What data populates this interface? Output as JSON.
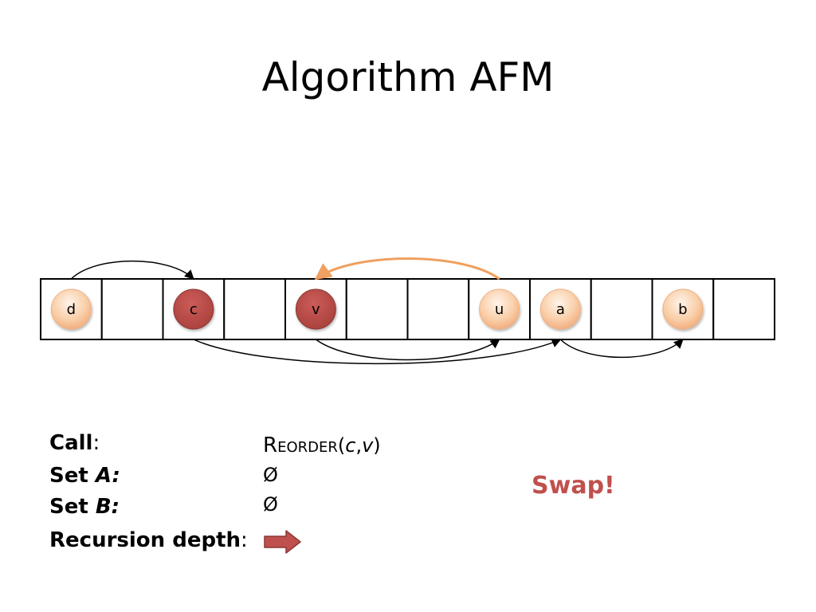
{
  "slide": {
    "title": "Algorithm AFM"
  },
  "array": {
    "cells": 12,
    "nodes": [
      {
        "label": "d",
        "cell": 0,
        "style": "peach"
      },
      {
        "label": "c",
        "cell": 2,
        "style": "red"
      },
      {
        "label": "v",
        "cell": 4,
        "style": "red"
      },
      {
        "label": "u",
        "cell": 7,
        "style": "peach"
      },
      {
        "label": "a",
        "cell": 8,
        "style": "peach"
      },
      {
        "label": "b",
        "cell": 10,
        "style": "peach"
      }
    ],
    "edges": [
      {
        "from": "d",
        "to": "c",
        "side": "top",
        "color": "#000000"
      },
      {
        "from": "u",
        "to": "v",
        "side": "top",
        "color": "#f0a060"
      },
      {
        "from": "c",
        "to": "a",
        "side": "bottom",
        "color": "#000000"
      },
      {
        "from": "v",
        "to": "u",
        "side": "bottom",
        "color": "#000000"
      },
      {
        "from": "a",
        "to": "b",
        "side": "bottom",
        "color": "#000000"
      }
    ]
  },
  "info": {
    "call_label": "Call",
    "set_a_prefix": "Set ",
    "set_a_var": "A:",
    "set_b_prefix": "Set ",
    "set_b_var": "B:",
    "depth_label": "Recursion depth",
    "colon": ":",
    "call_func_initial": "R",
    "call_func_rest": "EORDER",
    "call_open": "(",
    "call_arg1": "c",
    "call_comma": ",",
    "call_arg2": "v",
    "call_close": ")",
    "set_a_value": "Ø",
    "set_b_value": "Ø"
  },
  "status": {
    "message": "Swap!"
  },
  "colors": {
    "red_node": "#c0504d",
    "peach_node": "#f8c8a0",
    "swap_text": "#c0504d",
    "orange_edge": "#f0a060"
  },
  "icons": {
    "depth_arrow": "right-arrow-icon"
  }
}
